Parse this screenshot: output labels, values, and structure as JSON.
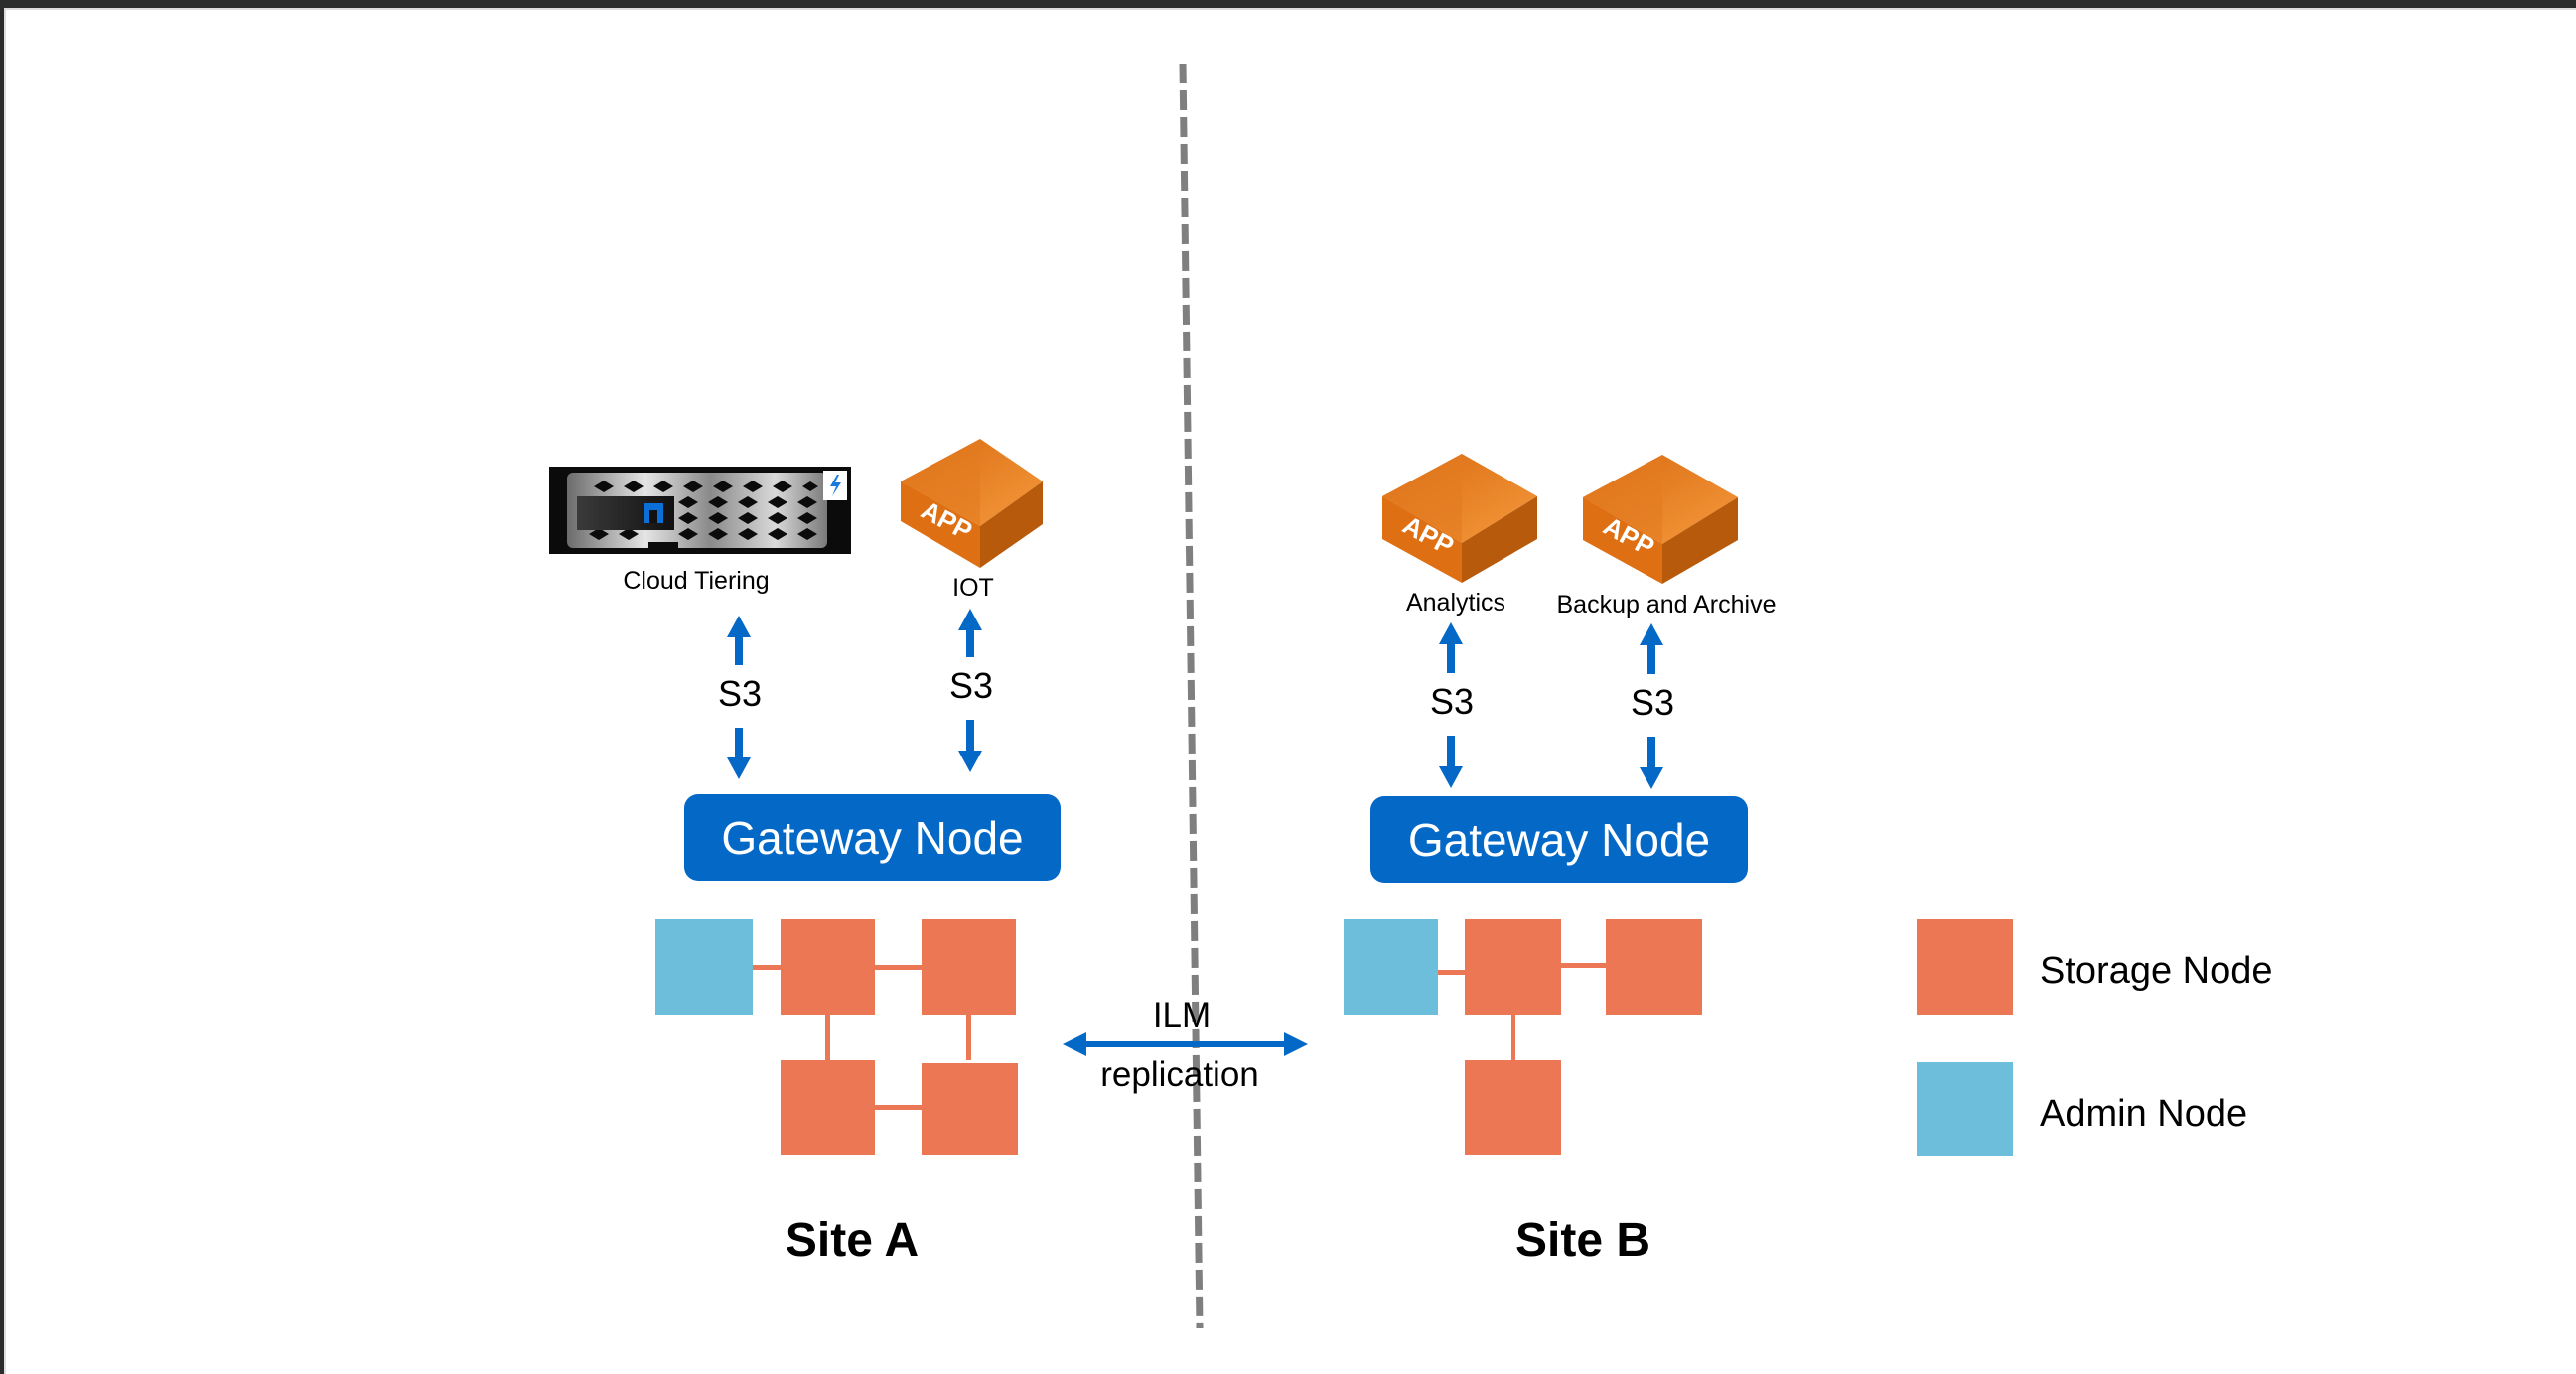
{
  "diagram": {
    "divider": "dashed-vertical-line",
    "colors": {
      "gateway": "#0468c6",
      "arrow": "#0468c6",
      "storage_node": "#ec7754",
      "admin_node": "#6dbedb",
      "app_box": "#e0741c",
      "divider": "#7f7f7f"
    },
    "site_a": {
      "title": "Site A",
      "clients": [
        {
          "label": "Cloud Tiering",
          "icon": "storage-array-icon"
        },
        {
          "label": "IOT",
          "icon": "app-box-icon",
          "icon_text": "APP"
        }
      ],
      "protocol_labels": [
        "S3",
        "S3"
      ],
      "gateway_label": "Gateway Node",
      "nodes": {
        "admin": 1,
        "storage": 4
      }
    },
    "site_b": {
      "title": "Site B",
      "clients": [
        {
          "label": "Analytics",
          "icon": "app-box-icon",
          "icon_text": "APP"
        },
        {
          "label": "Backup and Archive",
          "icon": "app-box-icon",
          "icon_text": "APP"
        }
      ],
      "protocol_labels": [
        "S3",
        "S3"
      ],
      "gateway_label": "Gateway Node",
      "nodes": {
        "admin": 1,
        "storage": 3
      }
    },
    "replication": {
      "line1": "ILM",
      "line2": "replication"
    },
    "legend": [
      {
        "label": "Storage Node",
        "type": "storage"
      },
      {
        "label": "Admin Node",
        "type": "admin"
      }
    ]
  }
}
